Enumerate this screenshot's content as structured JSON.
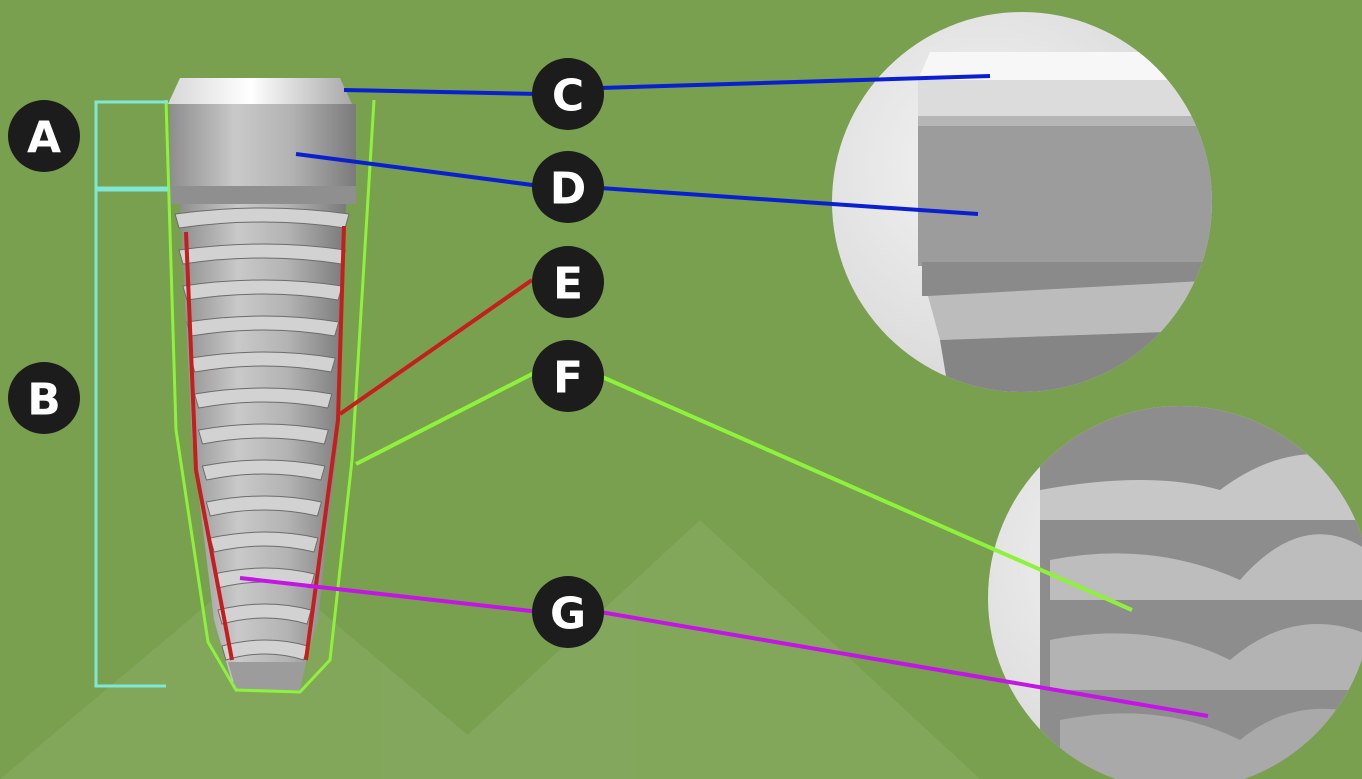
{
  "diagram": {
    "background_color": "#78a04e",
    "labels": {
      "a": "A",
      "b": "B",
      "c": "C",
      "d": "D",
      "e": "E",
      "f": "F",
      "g": "G"
    },
    "leader_colors": {
      "c": "#0a1fd0",
      "d": "#0a1fd0",
      "e": "#c41e1e",
      "f": "#7cf23a",
      "g": "#c414e6"
    },
    "bracket_color": "#7fe7d6",
    "outline_color": "#8ef23c",
    "core_line_color": "#c41e1e",
    "badge_color": "#1c1c1c"
  }
}
